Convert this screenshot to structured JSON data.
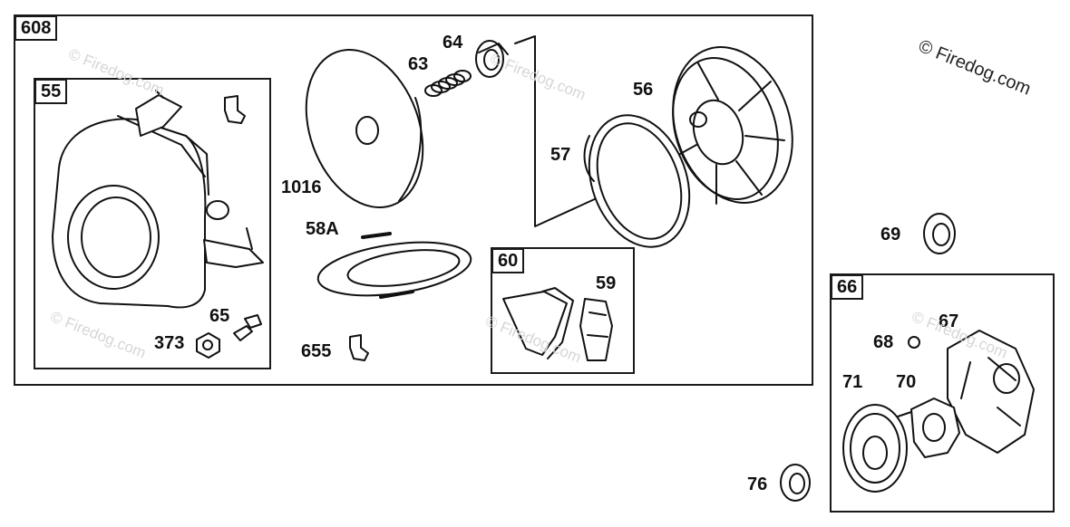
{
  "watermark": "© Firedog.com",
  "groups": {
    "g608": "608",
    "g55": "55",
    "g60": "60",
    "g66": "66"
  },
  "parts": {
    "p64": "64",
    "p63": "63",
    "p56": "56",
    "p57": "57",
    "p1016": "1016",
    "p58a": "58A",
    "p59": "59",
    "p65": "65",
    "p373": "373",
    "p655": "655",
    "p69": "69",
    "p67": "67",
    "p68": "68",
    "p71": "71",
    "p70": "70",
    "p76": "76"
  }
}
